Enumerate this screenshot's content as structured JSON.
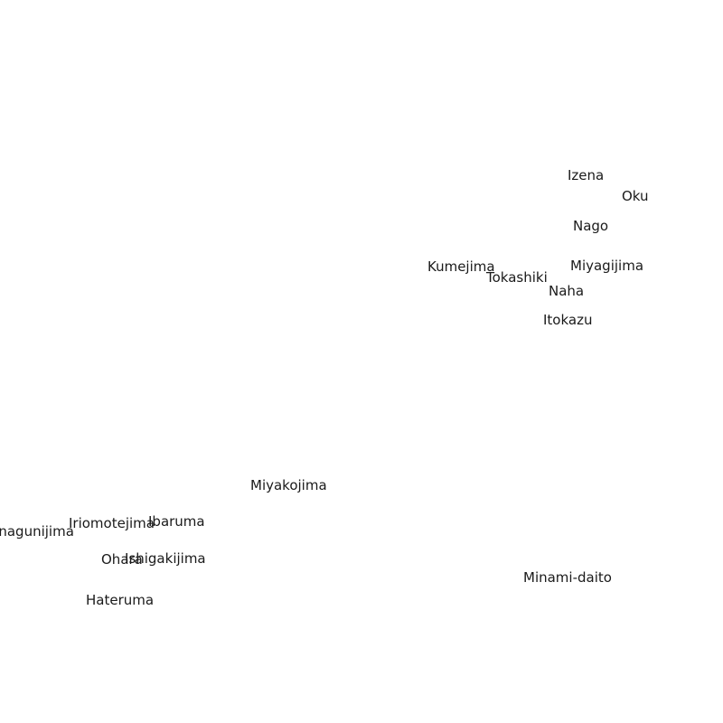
{
  "map": {
    "background_color": "#ffffff",
    "label_color": "#1a1a1a",
    "places": {
      "izena": "Izena",
      "oku": "Oku",
      "nago": "Nago",
      "kumejima": "Kumejima",
      "miyagijima": "Miyagijima",
      "tokashiki": "Tokashiki",
      "naha": "Naha",
      "itokazu": "Itokazu",
      "miyakojima": "Miyakojima",
      "iriomotejima": "Iriomotejima",
      "ibaruma": "Ibaruma",
      "yonagunijima": "Yonagunijima",
      "ohara": "Ohara",
      "ishigakijima": "Ishigakijima",
      "minami_daito": "Minami-daito",
      "hateruma": "Hateruma"
    }
  }
}
